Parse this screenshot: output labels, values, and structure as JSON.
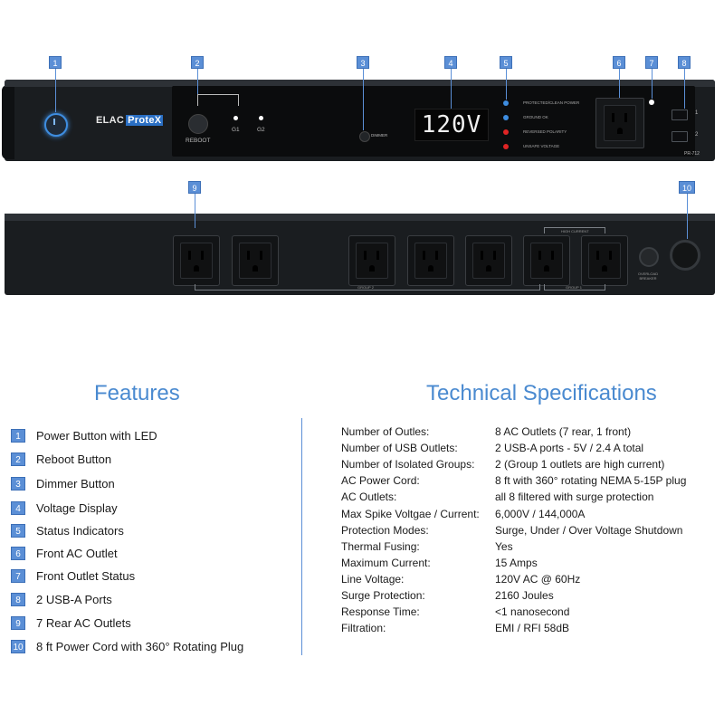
{
  "brand": {
    "name": "ELAC",
    "highlight": "ProteX",
    "model": "PR-712"
  },
  "front_panel": {
    "reboot_label": "REBOOT",
    "g1_label": "G1",
    "g2_label": "G2",
    "dimmer_label": "DIMMER",
    "voltage_display": "120V",
    "status_labels": [
      "PROTECTED/CLEAN POWER",
      "GROUND OK",
      "REVERSED POLARITY",
      "UNSAFE VOLTAGE"
    ],
    "status_colors": [
      "#3e8de0",
      "#3e8de0",
      "#e02424",
      "#e02424"
    ],
    "usb_labels": [
      "1",
      "2"
    ]
  },
  "rear_panel": {
    "group2_label": "GROUP 2",
    "group1_label": "GROUP 1",
    "high_current_label": "HIGH CURRENT",
    "breaker_label": "OVERLOAD BREAKER"
  },
  "callouts": [
    "1",
    "2",
    "3",
    "4",
    "5",
    "6",
    "7",
    "8",
    "9",
    "10"
  ],
  "features": {
    "title": "Features",
    "items": [
      {
        "num": "1",
        "text": "Power Button with LED"
      },
      {
        "num": "2",
        "text": "Reboot Button"
      },
      {
        "num": "3",
        "text": "Dimmer Button"
      },
      {
        "num": "4",
        "text": "Voltage Display"
      },
      {
        "num": "5",
        "text": "Status Indicators"
      },
      {
        "num": "6",
        "text": "Front AC Outlet"
      },
      {
        "num": "7",
        "text": "Front Outlet Status"
      },
      {
        "num": "8",
        "text": "2 USB-A Ports"
      },
      {
        "num": "9",
        "text": "7 Rear AC Outlets"
      },
      {
        "num": "10",
        "text": "8 ft Power Cord with 360° Rotating Plug"
      }
    ]
  },
  "specs": {
    "title": "Technical Specifications",
    "rows": [
      {
        "label": "Number of Outles:",
        "value": "8  AC Outlets (7 rear, 1 front)"
      },
      {
        "label": "Number of USB Outlets:",
        "value": "2 USB-A ports - 5V / 2.4 A total"
      },
      {
        "label": "Number of Isolated Groups:",
        "value": "2 (Group 1 outlets are high current)"
      },
      {
        "label": "AC Power Cord:",
        "value": "8 ft with 360° rotating NEMA 5-15P plug"
      },
      {
        "label": "AC Outlets:",
        "value": "all 8 filtered with surge protection"
      },
      {
        "label": "Max Spike Voltgae / Current:",
        "value": "6,000V / 144,000A"
      },
      {
        "label": "Protection Modes:",
        "value": "Surge, Under / Over Voltage Shutdown"
      },
      {
        "label": "Thermal Fusing:",
        "value": "Yes"
      },
      {
        "label": "Maximum Current:",
        "value": "15 Amps"
      },
      {
        "label": "Line Voltage:",
        "value": "120V AC @ 60Hz"
      },
      {
        "label": "Surge Protection:",
        "value": "2160 Joules"
      },
      {
        "label": "Response Time:",
        "value": "<1 nanosecond"
      },
      {
        "label": "Filtration:",
        "value": "EMI / RFI 58dB"
      }
    ]
  }
}
